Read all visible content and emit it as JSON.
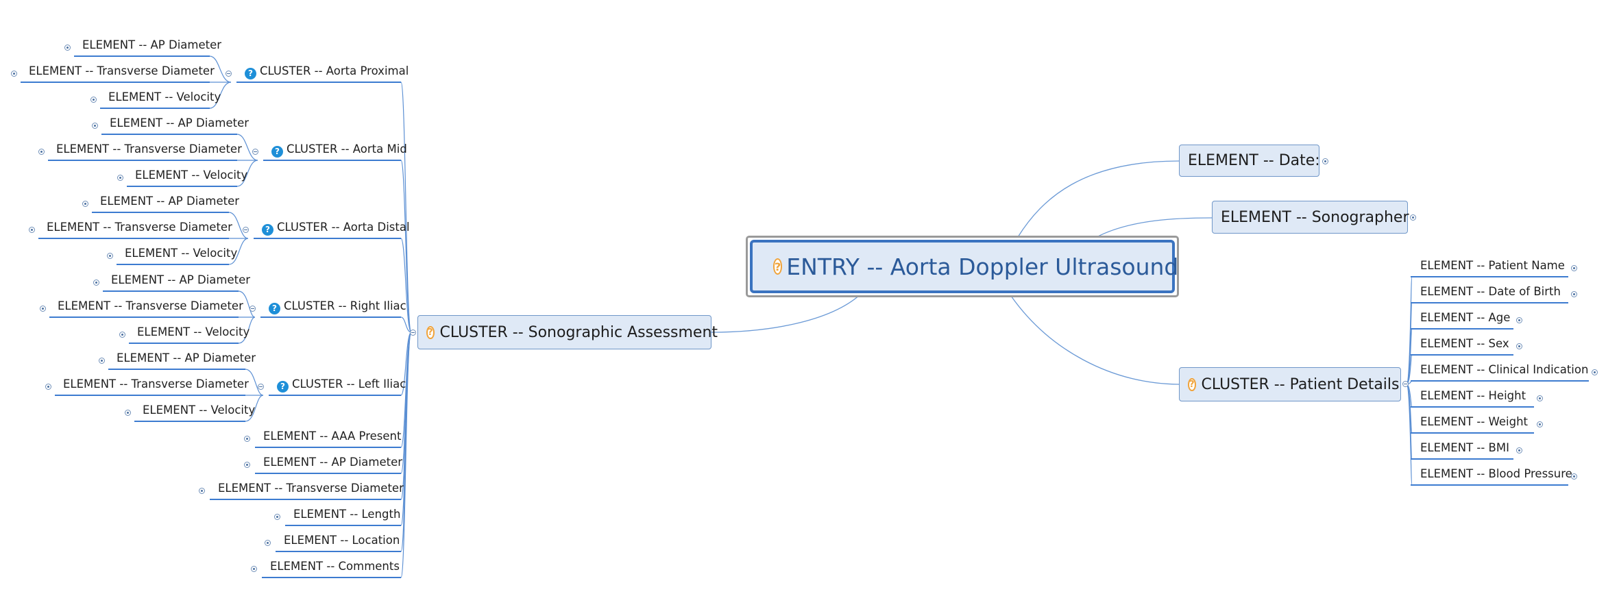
{
  "root": {
    "label": "ENTRY -- Aorta Doppler Ultrasound"
  },
  "nodes": {
    "date": "ELEMENT -- Date:",
    "sonographer": "ELEMENT -- Sonographer",
    "patient_details": "CLUSTER -- Patient Details",
    "sonographic_assessment": "CLUSTER -- Sonographic Assessment"
  },
  "patient_details_items": [
    "ELEMENT -- Patient Name",
    "ELEMENT -- Date of Birth",
    "ELEMENT -- Age",
    "ELEMENT -- Sex",
    "ELEMENT -- Clinical Indication",
    "ELEMENT -- Height",
    "ELEMENT -- Weight",
    "ELEMENT -- BMI",
    "ELEMENT -- Blood Pressure"
  ],
  "assessment_clusters": [
    {
      "label": "CLUSTER -- Aorta Proximal",
      "items": [
        "ELEMENT -- AP Diameter",
        "ELEMENT -- Transverse Diameter",
        "ELEMENT -- Velocity"
      ]
    },
    {
      "label": "CLUSTER -- Aorta Mid",
      "items": [
        "ELEMENT -- AP Diameter",
        "ELEMENT -- Transverse Diameter",
        "ELEMENT -- Velocity"
      ]
    },
    {
      "label": "CLUSTER -- Aorta Distal",
      "items": [
        "ELEMENT -- AP Diameter",
        "ELEMENT -- Transverse Diameter",
        "ELEMENT -- Velocity"
      ]
    },
    {
      "label": "CLUSTER -- Right Iliac",
      "items": [
        "ELEMENT -- AP Diameter",
        "ELEMENT -- Transverse Diameter",
        "ELEMENT -- Velocity"
      ]
    },
    {
      "label": "CLUSTER -- Left Iliac",
      "items": [
        "ELEMENT -- AP Diameter",
        "ELEMENT -- Transverse Diameter",
        "ELEMENT -- Velocity"
      ]
    }
  ],
  "assessment_elements": [
    "ELEMENT -- AAA Present",
    "ELEMENT -- AP Diameter",
    "ELEMENT -- Transverse Diameter",
    "ELEMENT -- Length",
    "ELEMENT -- Location",
    "ELEMENT -- Comments"
  ],
  "colors": {
    "link": "#3c7bd0",
    "node_fill": "#dfe9f6",
    "root_border": "#3a73c0",
    "question_icon": "#f0a33a",
    "help_icon": "#1e8fd8"
  }
}
